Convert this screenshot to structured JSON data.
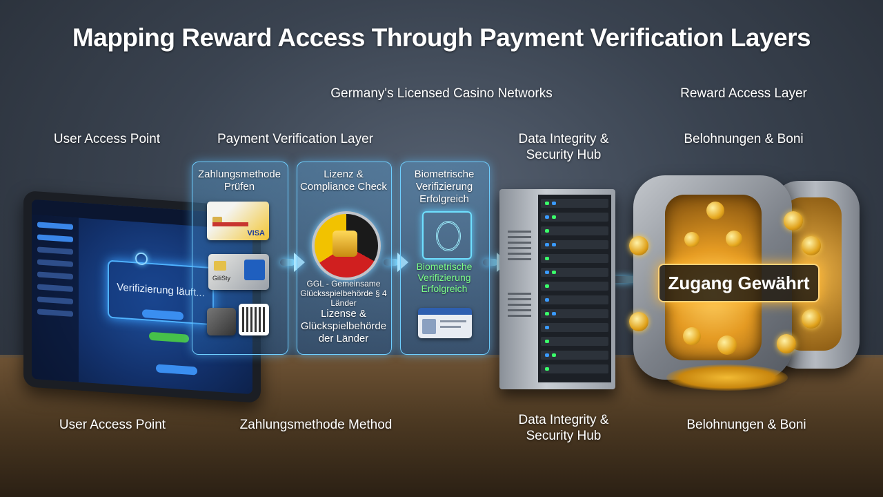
{
  "title": "Mapping Reward Access Through Payment Verification Layers",
  "labels": {
    "networks": "Germany's Licensed Casino Networks",
    "reward_layer": "Reward Access Layer",
    "user_top": "User Access Point",
    "payment_layer": "Payment Verification Layer",
    "data_top": "Data Integrity & Security Hub",
    "bonus_top": "Belohnungen & Boni",
    "user_bottom": "User Access Point",
    "method_bottom": "Zahlungsmethode Method",
    "data_bottom": "Data Integrity & Security Hub",
    "bonus_bottom": "Belohnungen & Boni"
  },
  "tablet": {
    "status": "Verifizierung läuft..."
  },
  "panels": {
    "payment": {
      "title": "Zahlungsmethode Prüfen",
      "card_brand": "VISA",
      "wallet_label": "GiliSty"
    },
    "license": {
      "title": "Lizenz & Compliance Check",
      "seal_text": "GGL - Gemeinsame Glücksspielbehörde § 4 Länder",
      "footer": "Lizense & Glückspielbehörde der Länder"
    },
    "biometric": {
      "title": "Biometrische Verifizierung Erfolgreich",
      "status": "Biometrische Verifizierung Erfolgreich"
    }
  },
  "vault": {
    "badge": "Zugang Gewährt"
  },
  "colors": {
    "glow_blue": "#6fcfff",
    "gold": "#ffd37a",
    "green": "#7cff8a"
  }
}
